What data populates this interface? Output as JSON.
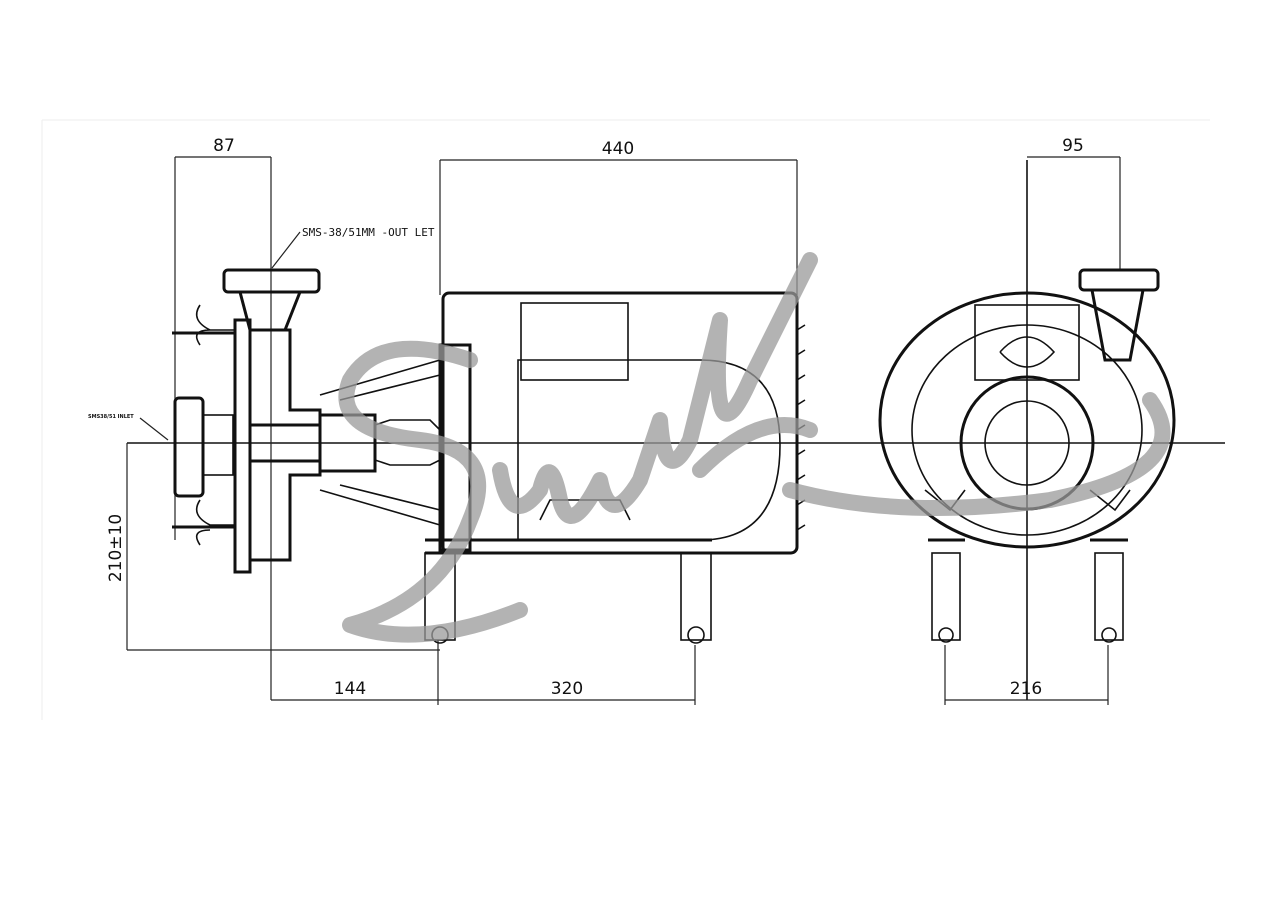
{
  "drawing": {
    "dimensions": {
      "flange_width": "87",
      "motor_length": "440",
      "outlet_offset": "95",
      "pump_to_leg": "144",
      "leg_spacing": "320",
      "leg_width": "216",
      "shaft_height": "210±10"
    },
    "labels": {
      "outlet": "SMS-38/51MM -OUT LET",
      "inlet": "SMS38/51 INLET"
    },
    "watermark": "Sunlik"
  }
}
